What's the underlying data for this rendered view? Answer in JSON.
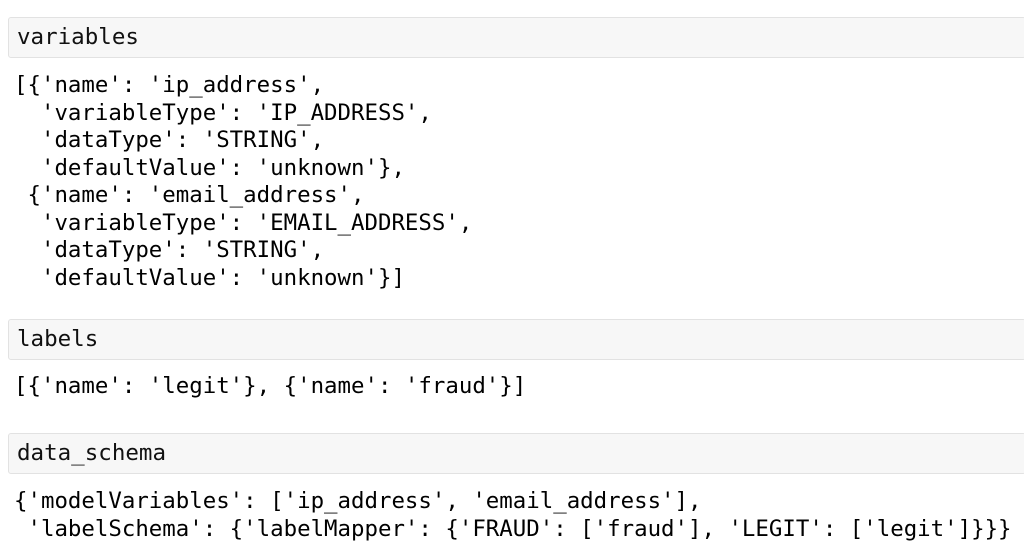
{
  "page": {
    "background": "#ffffff",
    "text_color": "#000000",
    "header_background": "#f7f7f7",
    "header_border": "#e2e2e2"
  },
  "sections": [
    {
      "header": "variables",
      "output": "[{'name': 'ip_address',\n  'variableType': 'IP_ADDRESS',\n  'dataType': 'STRING',\n  'defaultValue': 'unknown'},\n {'name': 'email_address',\n  'variableType': 'EMAIL_ADDRESS',\n  'dataType': 'STRING',\n  'defaultValue': 'unknown'}]"
    },
    {
      "header": "labels",
      "output": "[{'name': 'legit'}, {'name': 'fraud'}]"
    },
    {
      "header": "data_schema",
      "output": "{'modelVariables': ['ip_address', 'email_address'],\n 'labelSchema': {'labelMapper': {'FRAUD': ['fraud'], 'LEGIT': ['legit']}}}"
    }
  ]
}
